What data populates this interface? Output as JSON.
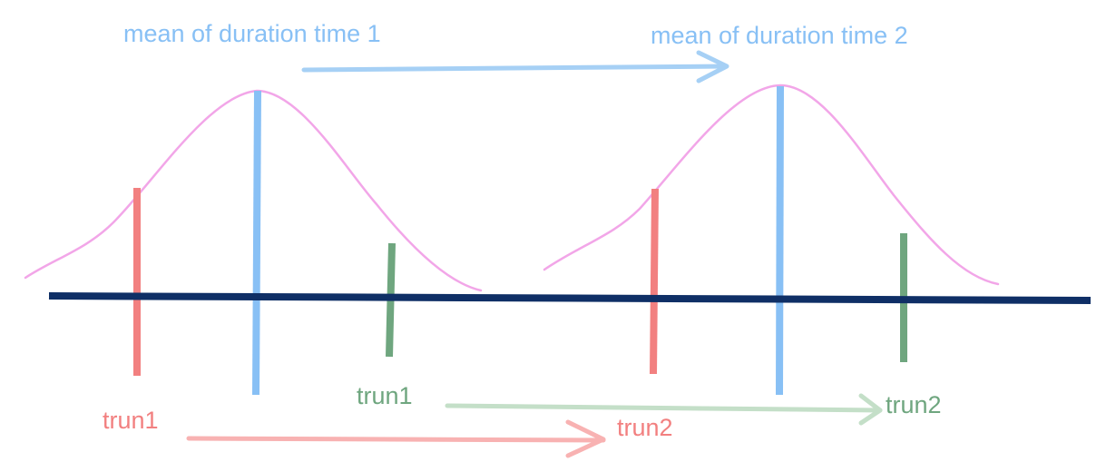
{
  "colors": {
    "mean": "#88c0f5",
    "trun_lower": "#f28080",
    "trun_upper": "#6fa67f",
    "axis": "#0f2f66",
    "curve": "#f2a6e8",
    "arrow_mean": "#a6d0f5",
    "arrow_lower": "#f8b2b2",
    "arrow_upper": "#c4dfc8"
  },
  "labels": {
    "mean1": "mean of duration time 1",
    "mean2": "mean of duration time 2",
    "trun1_lower": "trun1",
    "trun1_upper": "trun1",
    "trun2_lower": "trun2",
    "trun2_upper": "trun2"
  }
}
